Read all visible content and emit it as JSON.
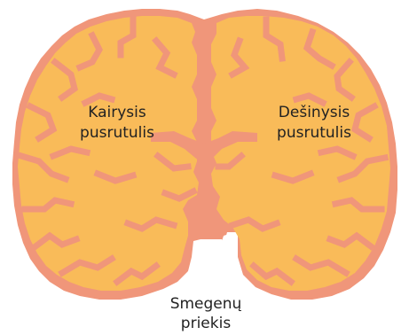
{
  "labels": {
    "left_hemisphere": [
      "Kairysis",
      "pusrutulis"
    ],
    "right_hemisphere": [
      "Dešinysis",
      "pusrutulis"
    ],
    "brainstem": [
      "Smegenų",
      "priekis"
    ]
  },
  "colors": {
    "background": "#ffffff",
    "tissue": "#f9bb59",
    "boundary": "#f0967a",
    "text": "#222222"
  }
}
